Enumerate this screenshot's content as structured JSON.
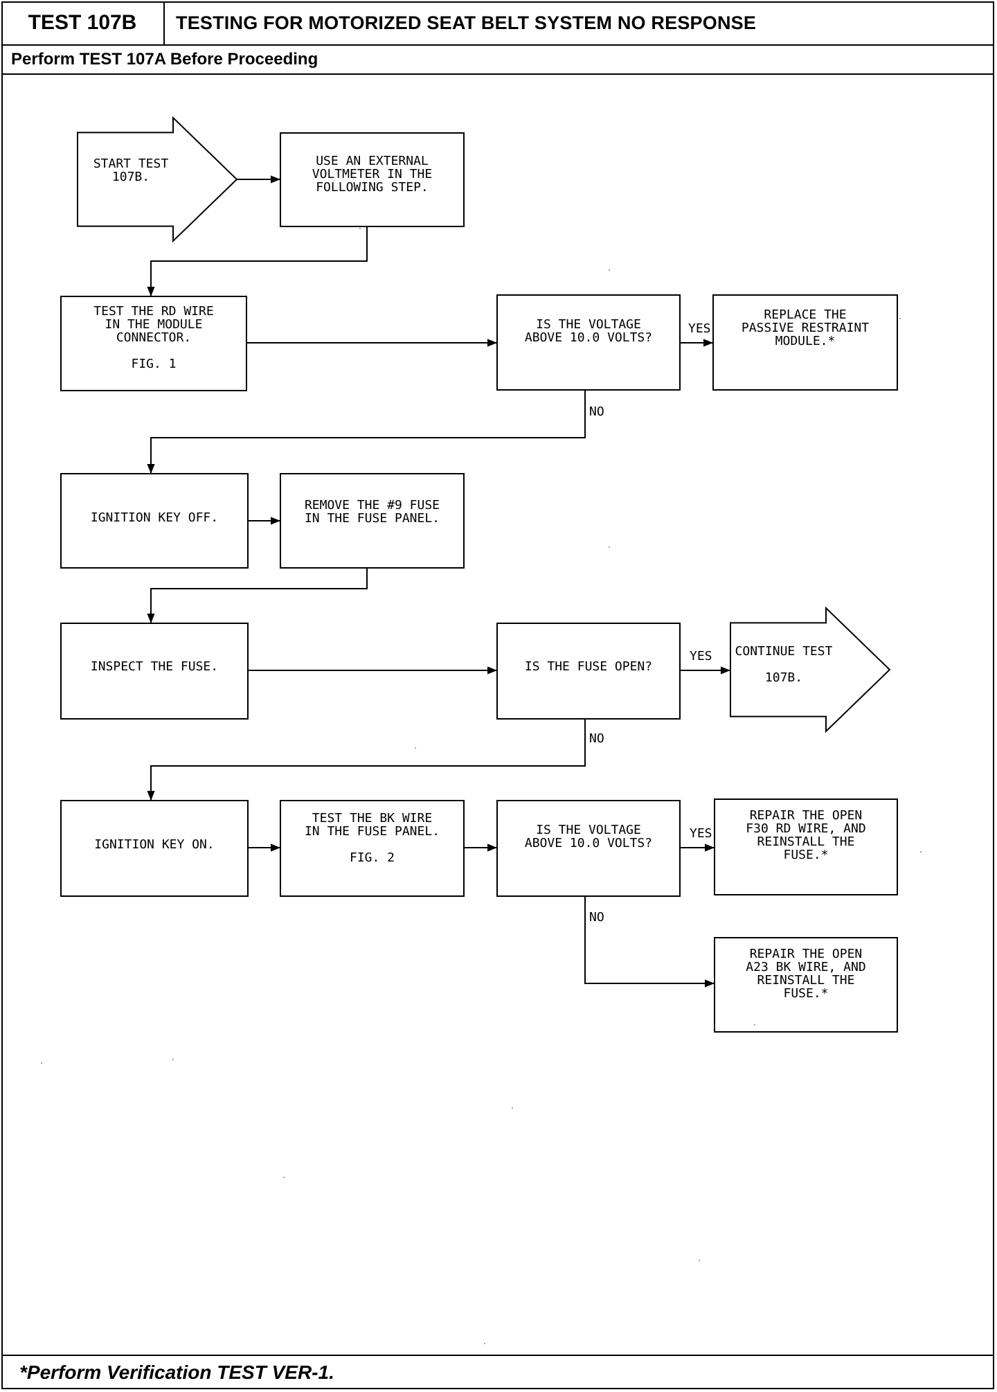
{
  "header": {
    "test_id": "TEST 107B",
    "title": "TESTING FOR MOTORIZED SEAT BELT SYSTEM NO RESPONSE",
    "subhead": "Perform TEST 107A Before Proceeding"
  },
  "footer": {
    "note": "*Perform Verification TEST VER-1."
  },
  "flowchart": {
    "nodes": [
      {
        "id": "start",
        "shape": "arrow",
        "lines": [
          "START TEST",
          "107B."
        ]
      },
      {
        "id": "external",
        "shape": "box",
        "lines": [
          "USE AN EXTERNAL",
          "VOLTMETER IN THE",
          "FOLLOWING STEP."
        ]
      },
      {
        "id": "test_rd",
        "shape": "box",
        "lines": [
          "TEST THE RD WIRE",
          "IN THE MODULE",
          "CONNECTOR.",
          "",
          "FIG. 1"
        ]
      },
      {
        "id": "q_volt1",
        "shape": "box",
        "lines": [
          "IS THE VOLTAGE",
          "ABOVE 10.0 VOLTS?"
        ]
      },
      {
        "id": "replace",
        "shape": "box",
        "lines": [
          "REPLACE THE",
          "PASSIVE RESTRAINT",
          "MODULE.*"
        ]
      },
      {
        "id": "ign_off",
        "shape": "box",
        "lines": [
          "IGNITION KEY OFF."
        ]
      },
      {
        "id": "remove_fuse",
        "shape": "box",
        "lines": [
          "REMOVE THE #9 FUSE",
          "IN THE FUSE PANEL."
        ]
      },
      {
        "id": "inspect",
        "shape": "box",
        "lines": [
          "INSPECT THE FUSE."
        ]
      },
      {
        "id": "q_fuse",
        "shape": "box",
        "lines": [
          "IS THE FUSE OPEN?"
        ]
      },
      {
        "id": "continue",
        "shape": "arrow",
        "lines": [
          "CONTINUE TEST",
          "107B."
        ]
      },
      {
        "id": "ign_on",
        "shape": "box",
        "lines": [
          "IGNITION KEY ON."
        ]
      },
      {
        "id": "test_bk",
        "shape": "box",
        "lines": [
          "TEST THE BK WIRE",
          "IN THE FUSE PANEL.",
          "",
          "FIG. 2"
        ]
      },
      {
        "id": "q_volt2",
        "shape": "box",
        "lines": [
          "IS THE VOLTAGE",
          "ABOVE 10.0 VOLTS?"
        ]
      },
      {
        "id": "repair_f30",
        "shape": "box",
        "lines": [
          "REPAIR THE OPEN",
          "F30 RD WIRE, AND",
          "REINSTALL THE",
          "FUSE.*"
        ]
      },
      {
        "id": "repair_a23",
        "shape": "box",
        "lines": [
          "REPAIR THE OPEN",
          "A23 BK WIRE, AND",
          "REINSTALL THE",
          "FUSE.*"
        ]
      }
    ],
    "edges": [
      {
        "from": "start",
        "to": "external",
        "label": ""
      },
      {
        "from": "external",
        "to": "test_rd",
        "label": ""
      },
      {
        "from": "test_rd",
        "to": "q_volt1",
        "label": ""
      },
      {
        "from": "q_volt1",
        "to": "replace",
        "label": "YES"
      },
      {
        "from": "q_volt1",
        "to": "ign_off",
        "label": "NO"
      },
      {
        "from": "ign_off",
        "to": "remove_fuse",
        "label": ""
      },
      {
        "from": "remove_fuse",
        "to": "inspect",
        "label": ""
      },
      {
        "from": "inspect",
        "to": "q_fuse",
        "label": ""
      },
      {
        "from": "q_fuse",
        "to": "continue",
        "label": "YES"
      },
      {
        "from": "q_fuse",
        "to": "ign_on",
        "label": "NO"
      },
      {
        "from": "ign_on",
        "to": "test_bk",
        "label": ""
      },
      {
        "from": "test_bk",
        "to": "q_volt2",
        "label": ""
      },
      {
        "from": "q_volt2",
        "to": "repair_f30",
        "label": "YES"
      },
      {
        "from": "q_volt2",
        "to": "repair_a23",
        "label": "NO"
      }
    ]
  }
}
